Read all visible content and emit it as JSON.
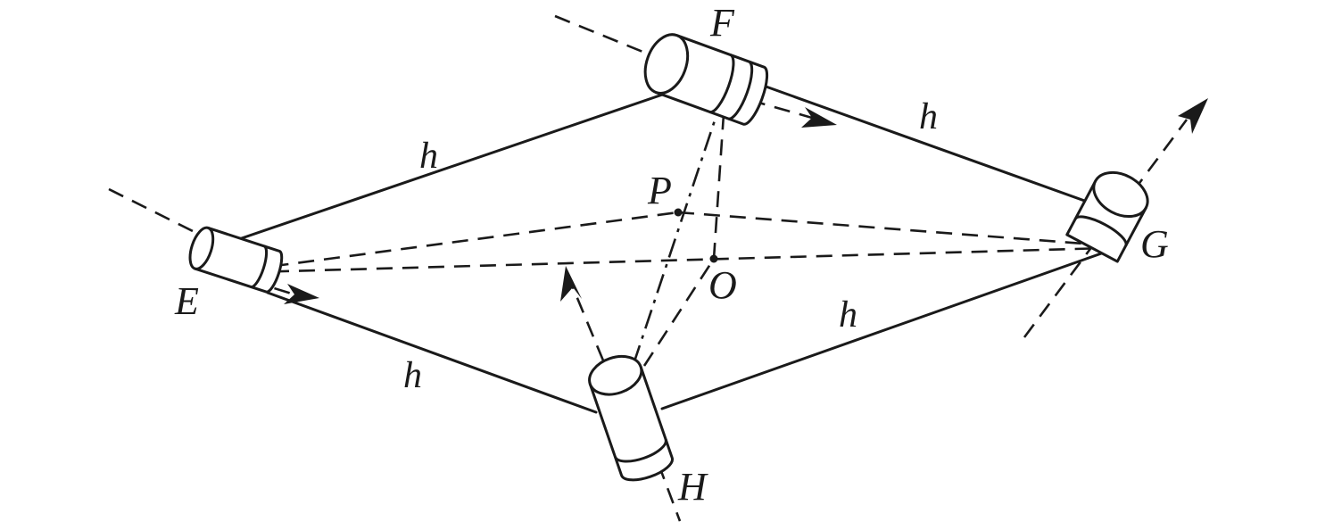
{
  "figure": {
    "labels": {
      "E": "E",
      "F": "F",
      "G": "G",
      "H": "H",
      "P": "P",
      "O": "O"
    },
    "edge_label": "h"
  },
  "colors": {
    "ink": "#1a1a1a",
    "background": "#ffffff"
  }
}
